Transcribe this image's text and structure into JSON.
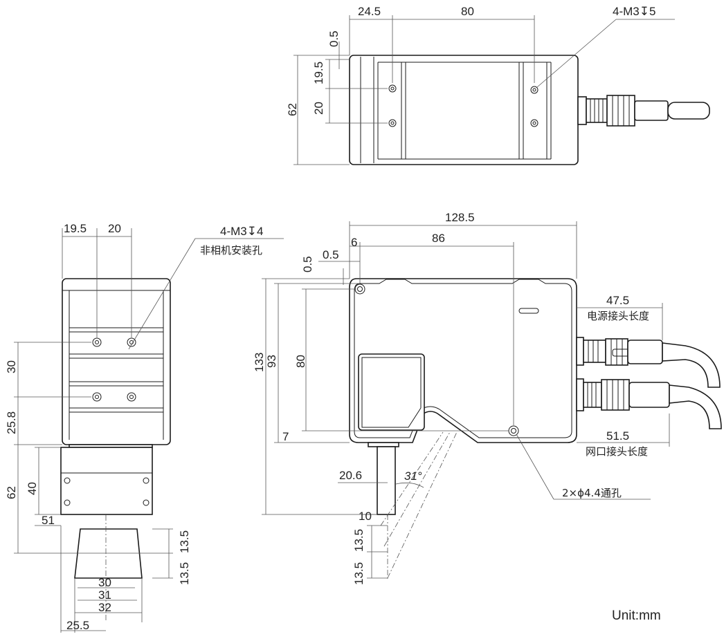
{
  "unit_label": "Unit:mm",
  "top_view": {
    "dim_offset": "24.5",
    "dim_hole_span": "80",
    "hole_callout": "4-M3↧5",
    "dim_edge": "0.5",
    "dim_hole_row": "19.5",
    "dim_hole_pitch": "20",
    "dim_width": "62"
  },
  "left_view": {
    "dim_hole_x1": "19.5",
    "dim_hole_x2": "20",
    "hole_callout": "4-M3↧4",
    "hole_note": "非相机安装孔",
    "dim_30": "30",
    "dim_25_8": "25.8",
    "dim_62": "62",
    "dim_40": "40",
    "dim_51": "51",
    "dim_13_5a": "13.5",
    "dim_13_5b": "13.5",
    "dim_30b": "30",
    "dim_31": "31",
    "dim_32": "32",
    "dim_25_5": "25.5"
  },
  "front_view": {
    "dim_total_length": "128.5",
    "dim_6": "6",
    "dim_86": "86",
    "dim_0_5": "0.5",
    "dim_133": "133",
    "dim_93": "93",
    "dim_80": "80",
    "dim_7": "7",
    "dim_20_6": "20.6",
    "dim_angle": "31°",
    "dim_10": "10",
    "dim_13_5a": "13.5",
    "dim_13_5b": "13.5",
    "dim_power_len": "47.5",
    "power_label": "电源接头长度",
    "dim_net_len": "51.5",
    "net_label": "网口接头长度",
    "through_hole": "2×ϕ4.4通孔"
  }
}
